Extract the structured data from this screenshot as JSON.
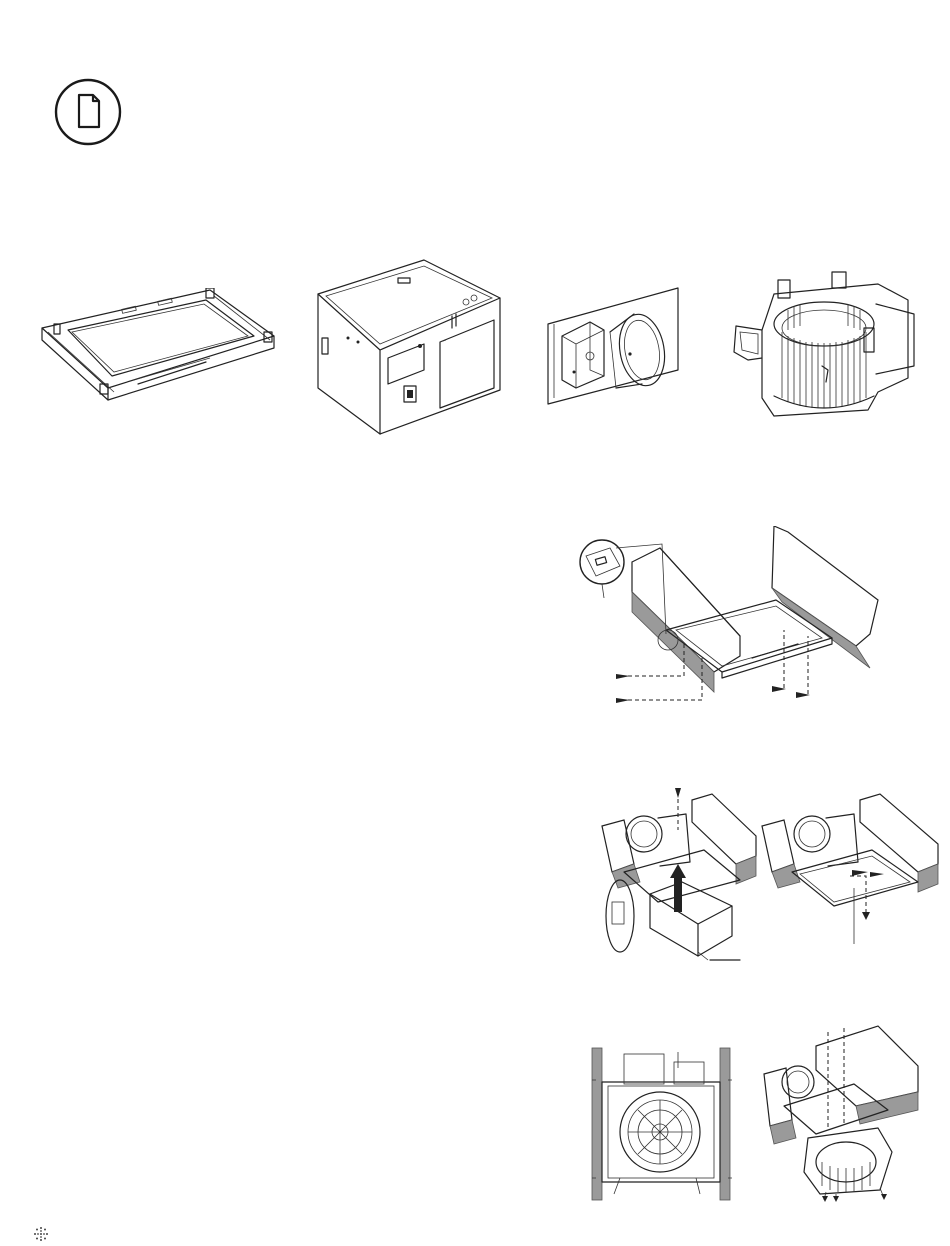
{
  "page": {
    "doc_icon": "document-icon",
    "footer_icon": "brand-dot-logo-icon",
    "colors": {
      "line": "#222222",
      "joist": "#9a9a9a",
      "background": "#ffffff"
    }
  },
  "parts": [
    {
      "icon": "mounting-frame-illustration"
    },
    {
      "icon": "housing-box-illustration"
    },
    {
      "icon": "duct-connector-junction-box-illustration"
    },
    {
      "icon": "blower-wheel-assembly-illustration"
    }
  ],
  "steps": [
    {
      "icon": "frame-to-joists-illustration"
    },
    {
      "icon": "housing-insert-illustration"
    },
    {
      "icon": "blower-install-illustration"
    }
  ]
}
